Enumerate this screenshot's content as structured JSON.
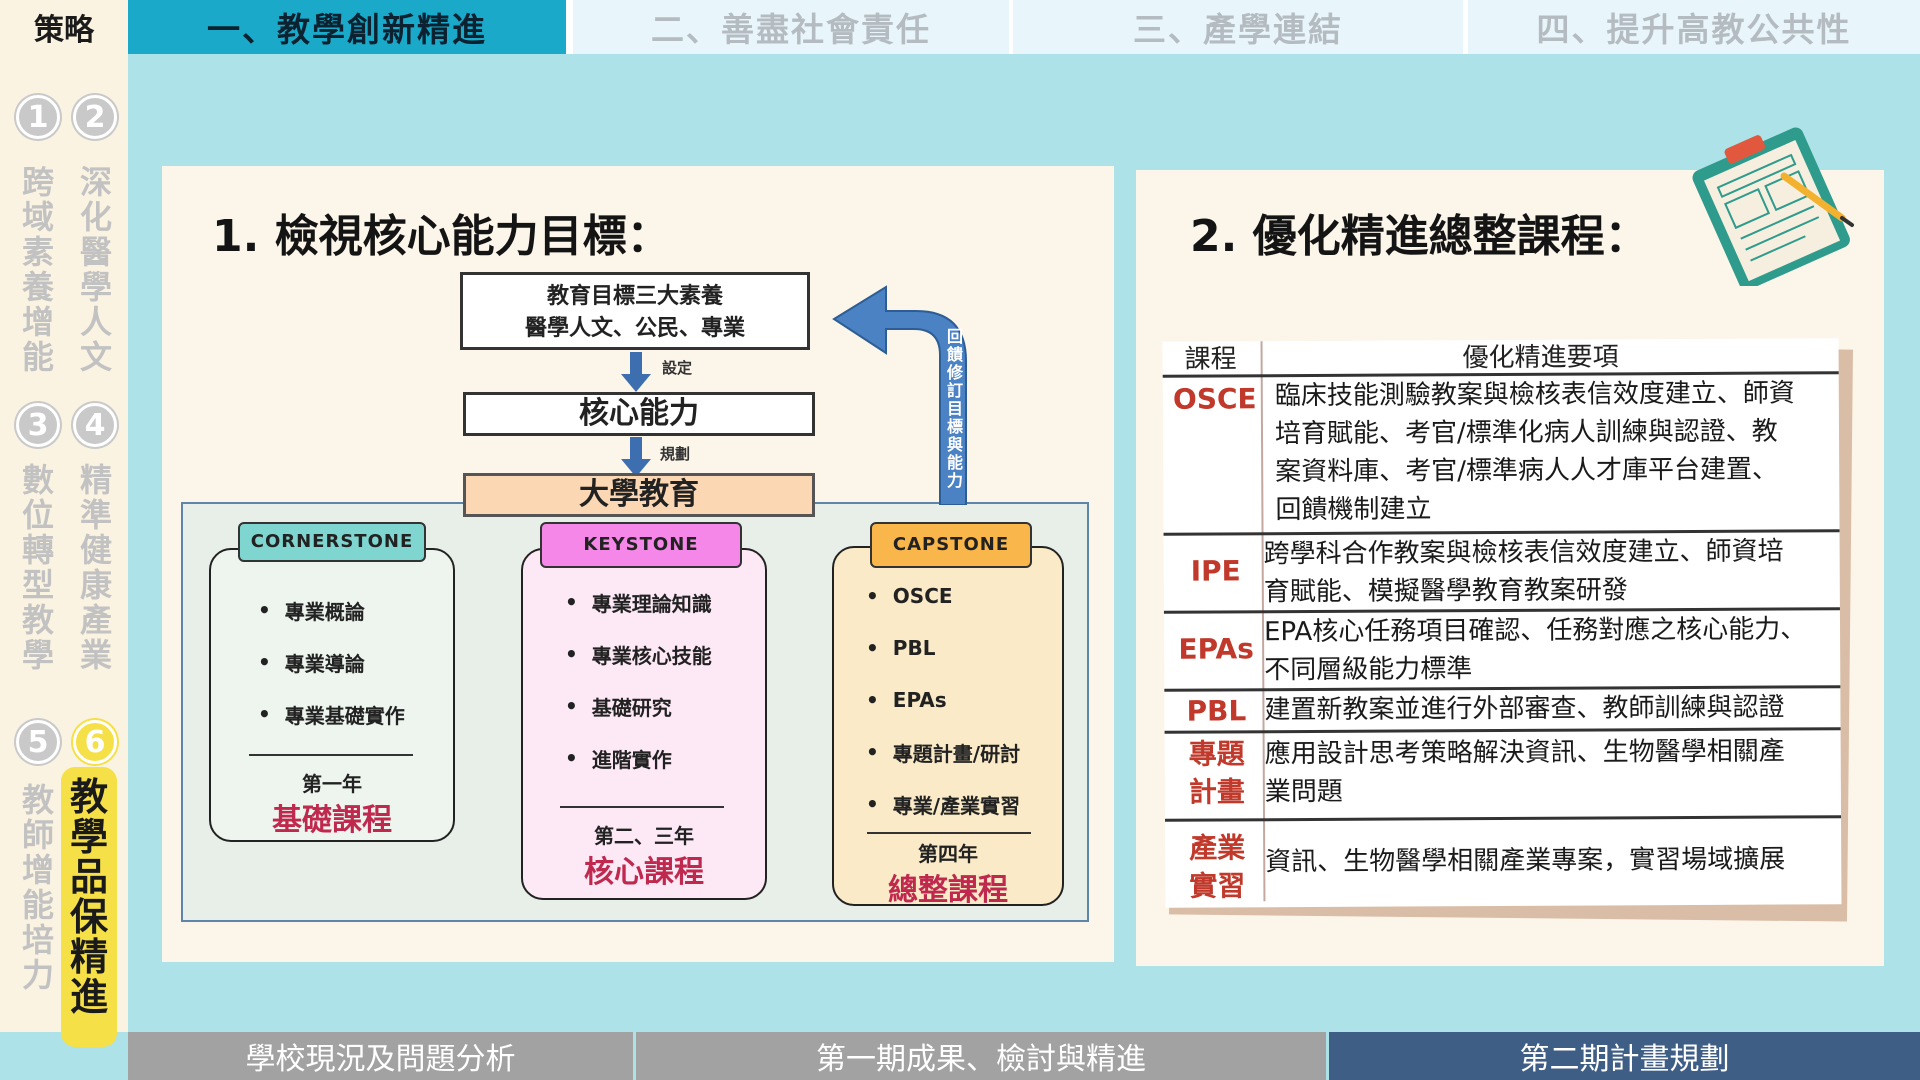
{
  "nav": {
    "strategy": "策略",
    "tabs": [
      {
        "label": "一、教學創新精進",
        "active": true
      },
      {
        "label": "二、善盡社會責任",
        "active": false
      },
      {
        "label": "三、產學連結",
        "active": false
      },
      {
        "label": "四、提升高教公共性",
        "active": false
      }
    ]
  },
  "sidebar": {
    "items": [
      {
        "num": "1",
        "text": "跨域素養增能"
      },
      {
        "num": "2",
        "text": "深化醫學人文"
      },
      {
        "num": "3",
        "text": "數位轉型教學"
      },
      {
        "num": "4",
        "text": "精準健康產業"
      },
      {
        "num": "5",
        "text": "教師增能培力"
      },
      {
        "num": "6",
        "text": "教學品保精進"
      }
    ]
  },
  "left": {
    "heading": "1. 檢視核心能力目標：",
    "goal_line1": "教育目標三大素養",
    "goal_line2": "醫學人文、公民、專業",
    "set_label": "設定",
    "core": "核心能力",
    "plan_label": "規劃",
    "univ": "大學教育",
    "feedback": "回饋修訂目標與能力",
    "columns": [
      {
        "label": "CORNERSTONE",
        "items": [
          "專業概論",
          "專業導論",
          "專業基礎實作"
        ],
        "year": "第一年",
        "kind": "基礎課程"
      },
      {
        "label": "KEYSTONE",
        "items": [
          "專業理論知識",
          "專業核心技能",
          "基礎研究",
          "進階實作"
        ],
        "year": "第二、三年",
        "kind": "核心課程"
      },
      {
        "label": "CAPSTONE",
        "items": [
          "OSCE",
          "PBL",
          "EPAs",
          "專題計畫/研討",
          "專業/產業實習"
        ],
        "year": "第四年",
        "kind": "總整課程"
      }
    ]
  },
  "right": {
    "heading": "2. 優化精進總整課程：",
    "table_head": [
      "課程",
      "優化精進要項"
    ],
    "rows": [
      {
        "key": "OSCE",
        "lines": [
          "臨床技能測驗教案與檢核表信效度建立、師資",
          "培育賦能、考官/標準化病人訓練與認證、教",
          "案資料庫、考官/標準病人人才庫平台建置、",
          "回饋機制建立"
        ]
      },
      {
        "key": "IPE",
        "lines": [
          "跨學科合作教案與檢核表信效度建立、師資培",
          "育賦能、模擬醫學教育教案研發"
        ]
      },
      {
        "key": "EPAs",
        "lines": [
          "EPA核心任務項目確認、任務對應之核心能力、",
          "不同層級能力標準"
        ]
      },
      {
        "key": "PBL",
        "lines": [
          "建置新教案並進行外部審查、教師訓練與認證"
        ]
      },
      {
        "key": "專題計畫",
        "lines": [
          "應用設計思考策略解決資訊、生物醫學相關產",
          "業問題"
        ]
      },
      {
        "key": "產業實習",
        "lines": [
          "資訊、生物醫學相關產業專案，實習場域擴展"
        ]
      }
    ]
  },
  "bottom": {
    "tabs": [
      {
        "label": "學校現況及問題分析",
        "color": "#a2a2a2"
      },
      {
        "label": "第一期成果、檢討與精進",
        "color": "#a2a2a2"
      },
      {
        "label": "第二期計畫規劃",
        "color": "#3f5e86"
      }
    ]
  },
  "colors": {
    "accent": "#1aa9c9",
    "highlight": "#f5e047",
    "keyword": "#c0392b",
    "navy": "#3f5e86"
  },
  "icons": [
    "clipboard-icon",
    "pencil-icon",
    "curved-arrow-icon"
  ]
}
